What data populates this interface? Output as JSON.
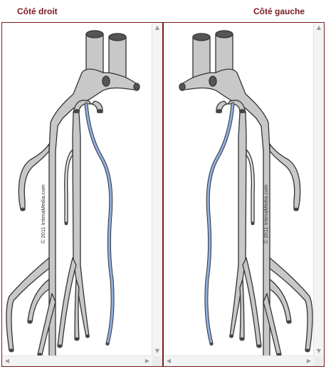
{
  "panels": [
    {
      "title": "Côté droit",
      "watermark": "© 2011 IntimaMedia.com"
    },
    {
      "title": "Côté gauche",
      "watermark": "© 2011 IntimaMedia.com"
    }
  ],
  "colors": {
    "frame": "#7b1a23",
    "vessel_fill": "#c8c8c8",
    "vessel_stroke": "#333333",
    "highlighted_vessel": "#8fb0e6"
  },
  "icons": {
    "scroll_up": "triangle-up",
    "scroll_down": "triangle-down",
    "scroll_left": "triangle-left",
    "scroll_right": "triangle-right"
  }
}
